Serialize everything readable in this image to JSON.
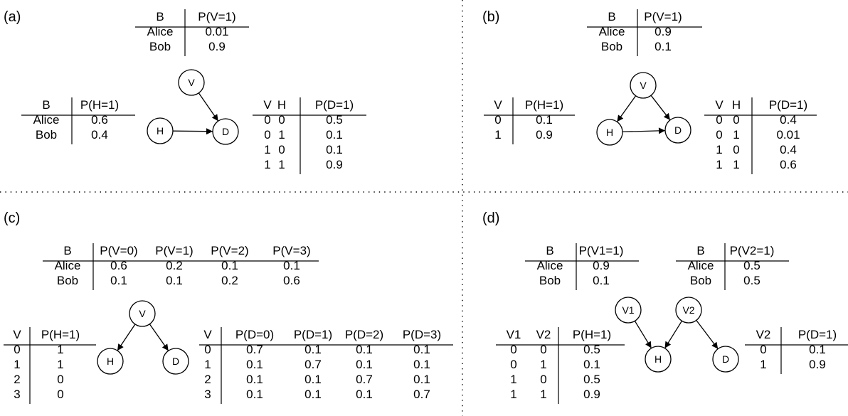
{
  "panels": [
    {
      "id": "a",
      "label": "(a)",
      "nodes": [
        {
          "id": "V",
          "label": "V"
        },
        {
          "id": "H",
          "label": "H"
        },
        {
          "id": "D",
          "label": "D"
        }
      ],
      "edges": [
        [
          "V",
          "D"
        ],
        [
          "H",
          "D"
        ]
      ],
      "tables": [
        {
          "id": "pv",
          "headers": [
            "B",
            "P(V=1)"
          ],
          "rows": [
            [
              "Alice",
              "0.01"
            ],
            [
              "Bob",
              "0.9"
            ]
          ]
        },
        {
          "id": "ph",
          "headers": [
            "B",
            "P(H=1)"
          ],
          "rows": [
            [
              "Alice",
              "0.6"
            ],
            [
              "Bob",
              "0.4"
            ]
          ]
        },
        {
          "id": "pd",
          "headers": [
            "V",
            "H",
            "P(D=1)"
          ],
          "rows": [
            [
              "0",
              "0",
              "0.5"
            ],
            [
              "0",
              "1",
              "0.1"
            ],
            [
              "1",
              "0",
              "0.1"
            ],
            [
              "1",
              "1",
              "0.9"
            ]
          ]
        }
      ]
    },
    {
      "id": "b",
      "label": "(b)",
      "nodes": [
        {
          "id": "V",
          "label": "V"
        },
        {
          "id": "H",
          "label": "H"
        },
        {
          "id": "D",
          "label": "D"
        }
      ],
      "edges": [
        [
          "V",
          "H"
        ],
        [
          "V",
          "D"
        ],
        [
          "H",
          "D"
        ]
      ],
      "tables": [
        {
          "id": "pv",
          "headers": [
            "B",
            "P(V=1)"
          ],
          "rows": [
            [
              "Alice",
              "0.9"
            ],
            [
              "Bob",
              "0.1"
            ]
          ]
        },
        {
          "id": "ph",
          "headers": [
            "V",
            "P(H=1)"
          ],
          "rows": [
            [
              "0",
              "0.1"
            ],
            [
              "1",
              "0.9"
            ]
          ]
        },
        {
          "id": "pd",
          "headers": [
            "V",
            "H",
            "P(D=1)"
          ],
          "rows": [
            [
              "0",
              "0",
              "0.4"
            ],
            [
              "0",
              "1",
              "0.01"
            ],
            [
              "1",
              "0",
              "0.4"
            ],
            [
              "1",
              "1",
              "0.6"
            ]
          ]
        }
      ]
    },
    {
      "id": "c",
      "label": "(c)",
      "nodes": [
        {
          "id": "V",
          "label": "V"
        },
        {
          "id": "H",
          "label": "H"
        },
        {
          "id": "D",
          "label": "D"
        }
      ],
      "edges": [
        [
          "V",
          "H"
        ],
        [
          "V",
          "D"
        ]
      ],
      "tables": [
        {
          "id": "pv",
          "headers": [
            "B",
            "P(V=0)",
            "P(V=1)",
            "P(V=2)",
            "P(V=3)"
          ],
          "rows": [
            [
              "Alice",
              "0.6",
              "0.2",
              "0.1",
              "0.1"
            ],
            [
              "Bob",
              "0.1",
              "0.1",
              "0.2",
              "0.6"
            ]
          ]
        },
        {
          "id": "ph",
          "headers": [
            "V",
            "P(H=1)"
          ],
          "rows": [
            [
              "0",
              "1"
            ],
            [
              "1",
              "1"
            ],
            [
              "2",
              "0"
            ],
            [
              "3",
              "0"
            ]
          ]
        },
        {
          "id": "pd",
          "headers": [
            "V",
            "P(D=0)",
            "P(D=1)",
            "P(D=2)",
            "P(D=3)"
          ],
          "rows": [
            [
              "0",
              "0.7",
              "0.1",
              "0.1",
              "0.1"
            ],
            [
              "1",
              "0.1",
              "0.7",
              "0.1",
              "0.1"
            ],
            [
              "2",
              "0.1",
              "0.1",
              "0.7",
              "0.1"
            ],
            [
              "3",
              "0.1",
              "0.1",
              "0.1",
              "0.7"
            ]
          ]
        }
      ]
    },
    {
      "id": "d",
      "label": "(d)",
      "nodes": [
        {
          "id": "V1",
          "label": "V1"
        },
        {
          "id": "V2",
          "label": "V2"
        },
        {
          "id": "H",
          "label": "H"
        },
        {
          "id": "D",
          "label": "D"
        }
      ],
      "edges": [
        [
          "V1",
          "H"
        ],
        [
          "V2",
          "H"
        ],
        [
          "V2",
          "D"
        ]
      ],
      "tables": [
        {
          "id": "pv1",
          "headers": [
            "B",
            "P(V1=1)"
          ],
          "rows": [
            [
              "Alice",
              "0.9"
            ],
            [
              "Bob",
              "0.1"
            ]
          ]
        },
        {
          "id": "pv2",
          "headers": [
            "B",
            "P(V2=1)"
          ],
          "rows": [
            [
              "Alice",
              "0.5"
            ],
            [
              "Bob",
              "0.5"
            ]
          ]
        },
        {
          "id": "ph",
          "headers": [
            "V1",
            "V2",
            "P(H=1)"
          ],
          "rows": [
            [
              "0",
              "0",
              "0.5"
            ],
            [
              "0",
              "1",
              "0.1"
            ],
            [
              "1",
              "0",
              "0.5"
            ],
            [
              "1",
              "1",
              "0.9"
            ]
          ]
        },
        {
          "id": "pd",
          "headers": [
            "V2",
            "P(D=1)"
          ],
          "rows": [
            [
              "0",
              "0.1"
            ],
            [
              "1",
              "0.9"
            ]
          ]
        }
      ]
    }
  ]
}
